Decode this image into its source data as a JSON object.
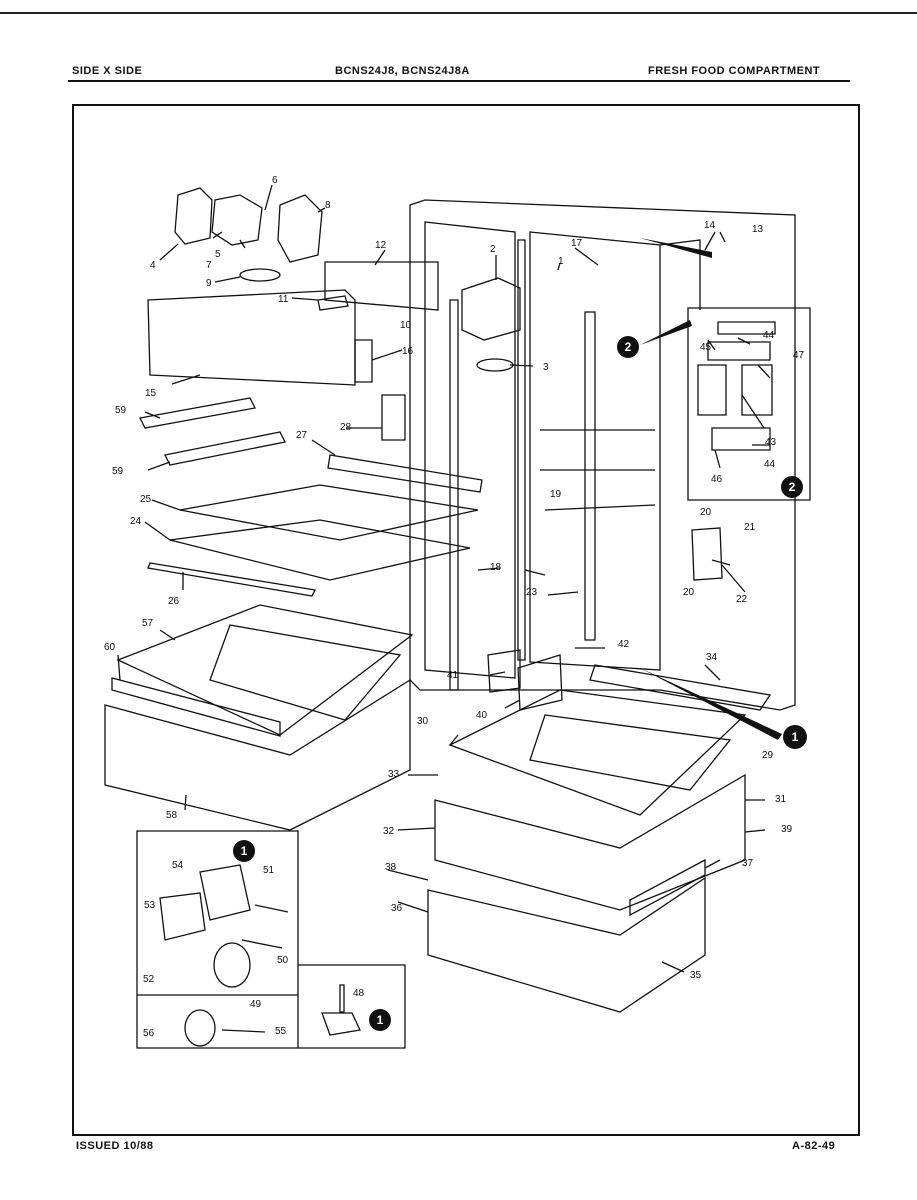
{
  "header": {
    "left": "SIDE X SIDE",
    "center": "BCNS24J8, BCNS24J8A",
    "right": "FRESH FOOD COMPARTMENT"
  },
  "footer": {
    "issued": "ISSUED 10/88",
    "page_code": "A-82-49"
  },
  "part_labels": [
    "1",
    "2",
    "3",
    "4",
    "5",
    "6",
    "7",
    "8",
    "9",
    "10",
    "11",
    "12",
    "13",
    "14",
    "15",
    "16",
    "17",
    "18",
    "19",
    "20",
    "20",
    "21",
    "22",
    "23",
    "24",
    "25",
    "26",
    "27",
    "28",
    "29",
    "30",
    "31",
    "32",
    "33",
    "34",
    "35",
    "36",
    "37",
    "38",
    "39",
    "40",
    "41",
    "42",
    "43",
    "44",
    "44",
    "45",
    "46",
    "47",
    "48",
    "49",
    "50",
    "51",
    "52",
    "53",
    "54",
    "55",
    "56",
    "57",
    "58",
    "59",
    "59",
    "60"
  ],
  "callouts": [
    "1",
    "1",
    "1",
    "2",
    "2"
  ]
}
